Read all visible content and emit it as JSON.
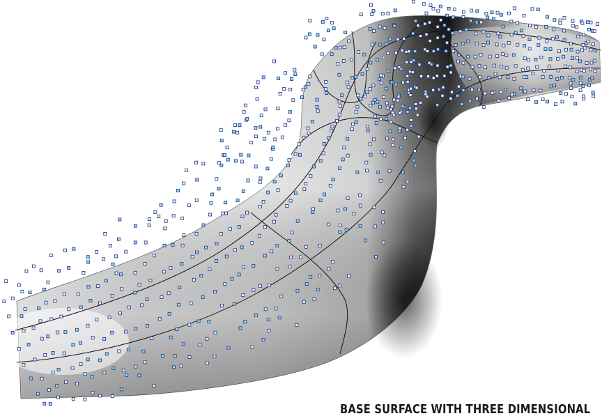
{
  "caption": {
    "text": "BASE SURFACE WITH THREE DIMENSIONAL"
  },
  "colors": {
    "background": "#ffffff",
    "isocurve": "#000000",
    "control_point_stroke": "#2a3c8c",
    "control_point_fill": "#ffffff",
    "control_point_highlight": "#8fe6f0"
  },
  "scene": {
    "object": "swept-tube-surface",
    "render_mode": "shaded",
    "control_points_visible": true,
    "isocurves_visible": true
  }
}
